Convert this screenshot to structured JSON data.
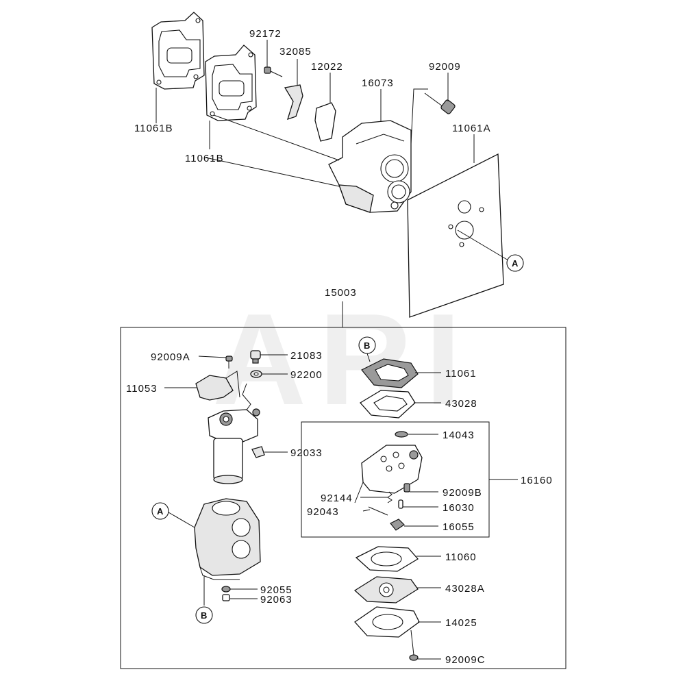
{
  "watermark": "ARI",
  "labels": {
    "p92172": "92172",
    "p32085": "32085",
    "p12022": "12022",
    "p16073": "16073",
    "p92009": "92009",
    "p11061A": "11061A",
    "p11061B_a": "11061B",
    "p11061B_b": "11061B",
    "p15003": "15003",
    "p92009A": "92009A",
    "p21083": "21083",
    "p92200": "92200",
    "p11053": "11053",
    "p92033": "92033",
    "p11061": "11061",
    "p43028": "43028",
    "p14043": "14043",
    "p16160": "16160",
    "p92144": "92144",
    "p92009B": "92009B",
    "p92043": "92043",
    "p16030": "16030",
    "p16055": "16055",
    "p11060": "11060",
    "p43028A": "43028A",
    "p14025": "14025",
    "p92009C": "92009C",
    "p92055": "92055",
    "p92063": "92063"
  },
  "callouts": {
    "a_top": "A",
    "a_bottom": "A",
    "b_top": "B",
    "b_bottom": "B"
  }
}
